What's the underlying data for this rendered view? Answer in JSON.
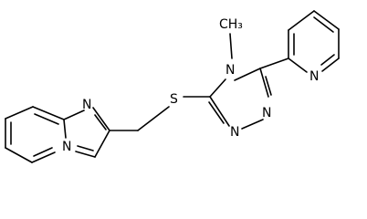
{
  "atom_labels": {
    "n_imidazole_top": "N",
    "n_bridgehead": "N",
    "sulfur": "S",
    "n4_triazole": "N",
    "methyl_group": "CH₃",
    "n1_triazole": "N",
    "n2_triazole": "N",
    "n_pyridine": "N"
  },
  "colors": {
    "bond": "#000000",
    "label": "#000000",
    "background": "#ffffff"
  }
}
